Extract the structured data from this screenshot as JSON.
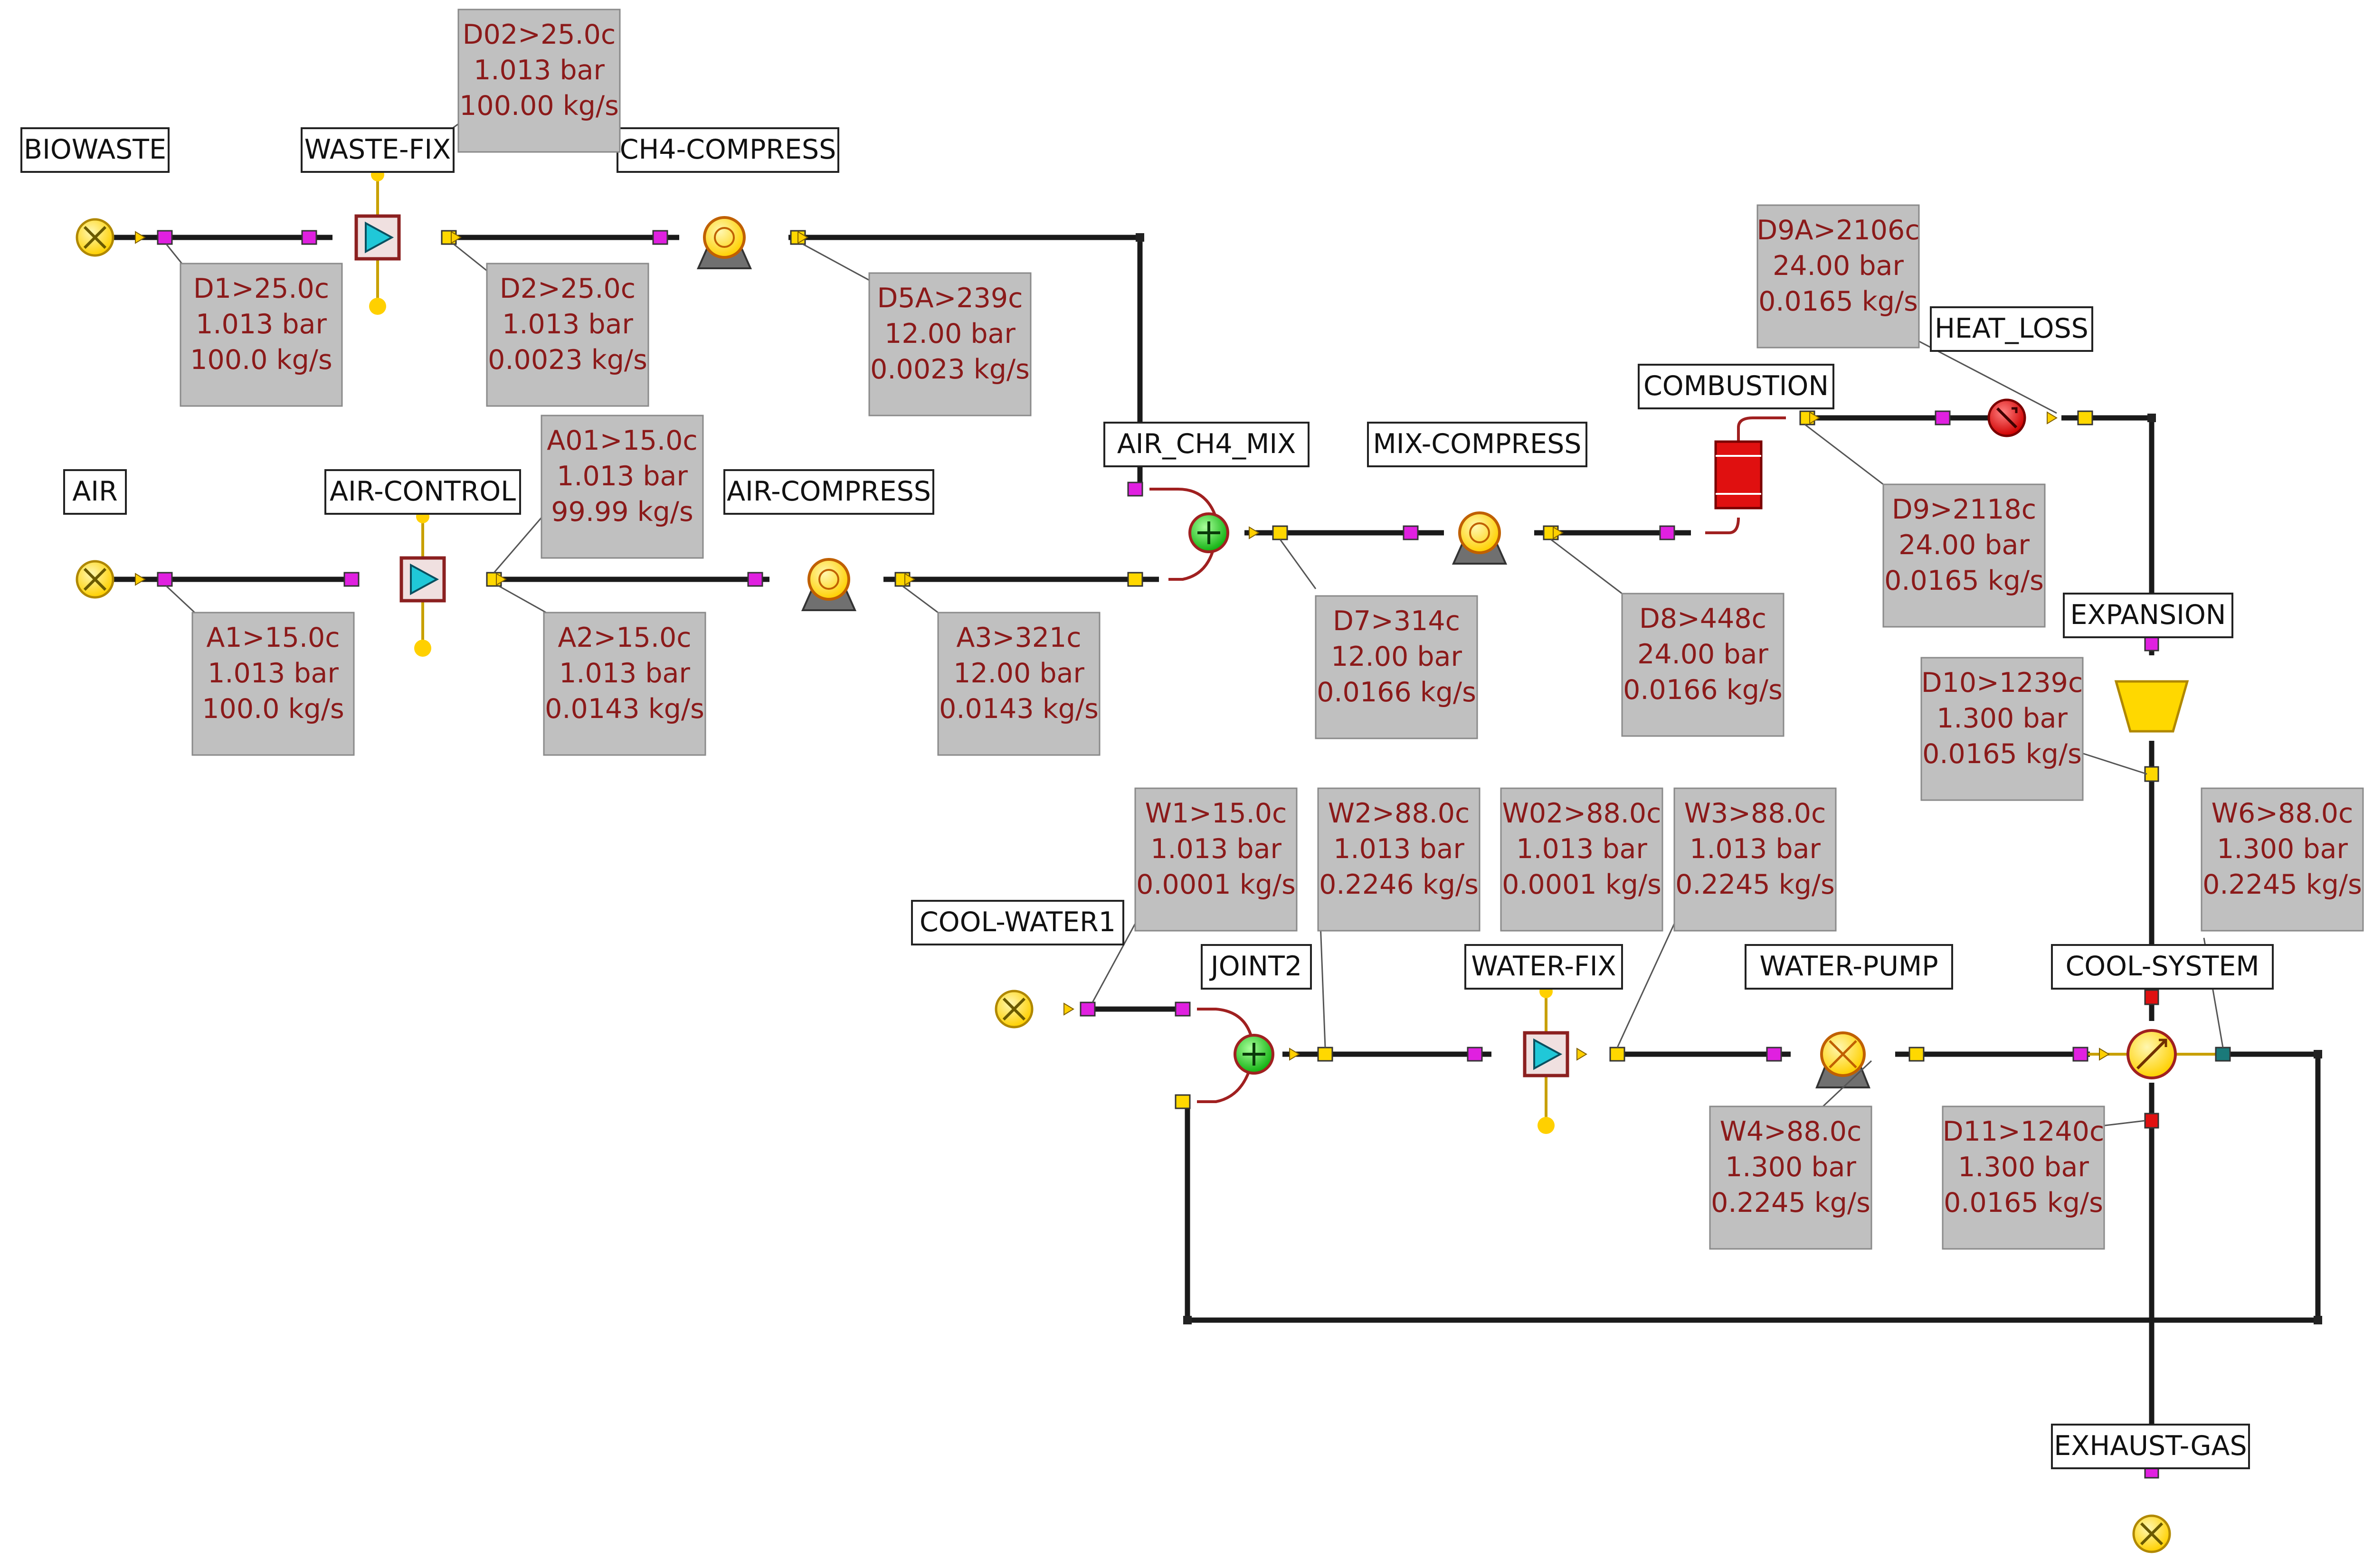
{
  "units": {
    "biowaste": "BIOWASTE",
    "waste_fix": "WASTE-FIX",
    "ch4_compress": "CH4-COMPRESS",
    "air": "AIR",
    "air_control": "AIR-CONTROL",
    "air_compress": "AIR-COMPRESS",
    "air_ch4_mix": "AIR_CH4_MIX",
    "mix_compress": "MIX-COMPRESS",
    "combustion": "COMBUSTION",
    "heat_loss": "HEAT_LOSS",
    "expansion": "EXPANSION",
    "cool_water1": "COOL-WATER1",
    "joint2": "JOINT2",
    "water_fix": "WATER-FIX",
    "water_pump": "WATER-PUMP",
    "cool_system": "COOL-SYSTEM",
    "exhaust_gas": "EXHAUST-GAS"
  },
  "streams": {
    "d02": {
      "line1": "D02>25.0c",
      "line2": "1.013 bar",
      "line3": "100.00 kg/s"
    },
    "d1": {
      "line1": "D1>25.0c",
      "line2": "1.013 bar",
      "line3": "100.0 kg/s"
    },
    "d2": {
      "line1": "D2>25.0c",
      "line2": "1.013 bar",
      "line3": "0.0023 kg/s"
    },
    "d5a": {
      "line1": "D5A>239c",
      "line2": "12.00 bar",
      "line3": "0.0023 kg/s"
    },
    "d9a": {
      "line1": "D9A>2106c",
      "line2": "24.00 bar",
      "line3": "0.0165 kg/s"
    },
    "a01": {
      "line1": "A01>15.0c",
      "line2": "1.013 bar",
      "line3": "99.99 kg/s"
    },
    "d9": {
      "line1": "D9>2118c",
      "line2": "24.00 bar",
      "line3": "0.0165 kg/s"
    },
    "a1": {
      "line1": "A1>15.0c",
      "line2": "1.013 bar",
      "line3": "100.0 kg/s"
    },
    "a2": {
      "line1": "A2>15.0c",
      "line2": "1.013 bar",
      "line3": "0.0143 kg/s"
    },
    "a3": {
      "line1": "A3>321c",
      "line2": "12.00 bar",
      "line3": "0.0143 kg/s"
    },
    "d7": {
      "line1": "D7>314c",
      "line2": "12.00 bar",
      "line3": "0.0166 kg/s"
    },
    "d8": {
      "line1": "D8>448c",
      "line2": "24.00 bar",
      "line3": "0.0166 kg/s"
    },
    "d10": {
      "line1": "D10>1239c",
      "line2": "1.300 bar",
      "line3": "0.0165 kg/s"
    },
    "w1": {
      "line1": "W1>15.0c",
      "line2": "1.013 bar",
      "line3": "0.0001 kg/s"
    },
    "w2": {
      "line1": "W2>88.0c",
      "line2": "1.013 bar",
      "line3": "0.2246 kg/s"
    },
    "w02": {
      "line1": "W02>88.0c",
      "line2": "1.013 bar",
      "line3": "0.0001 kg/s"
    },
    "w3": {
      "line1": "W3>88.0c",
      "line2": "1.013 bar",
      "line3": "0.2245 kg/s"
    },
    "w6": {
      "line1": "W6>88.0c",
      "line2": "1.300 bar",
      "line3": "0.2245 kg/s"
    },
    "w4": {
      "line1": "W4>88.0c",
      "line2": "1.300 bar",
      "line3": "0.2245 kg/s"
    },
    "d11": {
      "line1": "D11>1240c",
      "line2": "1.300 bar",
      "line3": "0.0165 kg/s"
    }
  },
  "colors": {
    "stream_box": "#c0c0c0",
    "stream_text": "#8b1a1a",
    "pipe": "#1a1a1a",
    "port_inlet": "#e020e0",
    "port_outlet": "#ffd800",
    "equipment_yellow": "#ffd800",
    "mixer_green": "#20c020",
    "combustor_red": "#e01010",
    "valve_cyan": "#20c8d8"
  }
}
